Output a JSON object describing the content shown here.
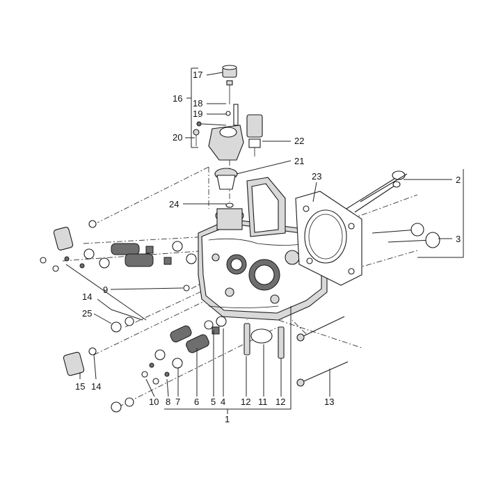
{
  "callouts": [
    {
      "id": "17",
      "label": "17"
    },
    {
      "id": "16",
      "label": "16"
    },
    {
      "id": "18",
      "label": "18"
    },
    {
      "id": "19",
      "label": "19"
    },
    {
      "id": "20",
      "label": "20"
    },
    {
      "id": "22",
      "label": "22"
    },
    {
      "id": "21",
      "label": "21"
    },
    {
      "id": "23",
      "label": "23"
    },
    {
      "id": "2",
      "label": "2"
    },
    {
      "id": "24",
      "label": "24"
    },
    {
      "id": "3",
      "label": "3"
    },
    {
      "id": "9",
      "label": "9"
    },
    {
      "id": "14a",
      "label": "14"
    },
    {
      "id": "25",
      "label": "25"
    },
    {
      "id": "15",
      "label": "15"
    },
    {
      "id": "14b",
      "label": "14"
    },
    {
      "id": "10",
      "label": "10"
    },
    {
      "id": "8",
      "label": "8"
    },
    {
      "id": "7",
      "label": "7"
    },
    {
      "id": "6",
      "label": "6"
    },
    {
      "id": "5",
      "label": "5"
    },
    {
      "id": "4",
      "label": "4"
    },
    {
      "id": "12a",
      "label": "12"
    },
    {
      "id": "11",
      "label": "11"
    },
    {
      "id": "12b",
      "label": "12"
    },
    {
      "id": "13",
      "label": "13"
    },
    {
      "id": "1",
      "label": "1"
    }
  ]
}
